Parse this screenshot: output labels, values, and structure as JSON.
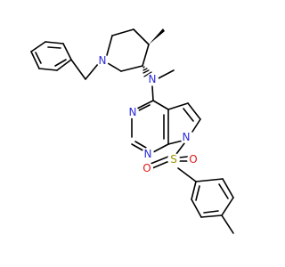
{
  "colors": {
    "bond": "#000000",
    "nitrogen": "#2b2bd9",
    "oxygen": "#e01818",
    "sulfur": "#9b9400",
    "background": "#ffffff"
  },
  "atoms": {
    "n_piperidine": "N",
    "n_amine": "N",
    "n_pyrimidine_top": "N",
    "n_pyrimidine_bottom": "N",
    "n_pyrrole": "N",
    "sulfur": "S",
    "oxygen_left": "O",
    "oxygen_right": "O"
  }
}
